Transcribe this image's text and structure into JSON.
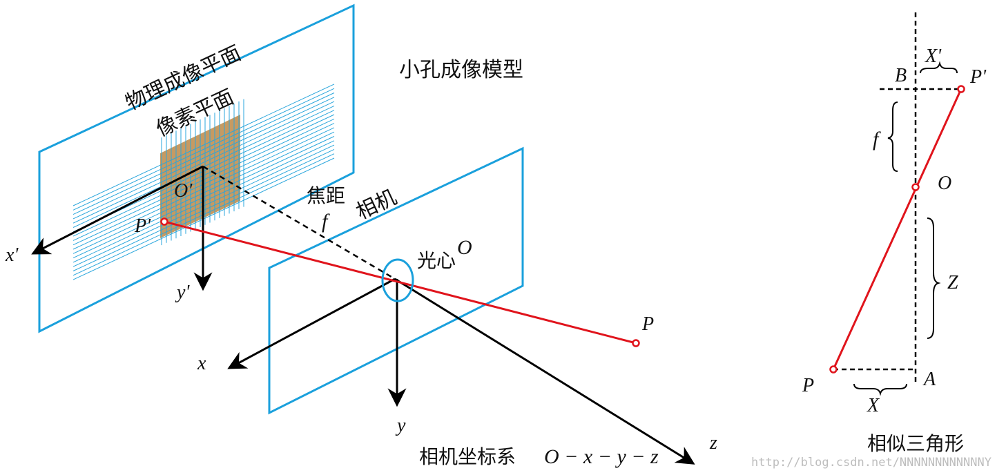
{
  "colors": {
    "plane": "#1aa0dc",
    "ray": "#e0141c",
    "pixel_fill": "#c69a62",
    "axis": "#000000",
    "grid_line": "#2aa6dc"
  },
  "left": {
    "title": "小孔成像模型",
    "physical_plane_label": "物理成像平面",
    "pixel_plane_label": "像素平面",
    "focal_label": "焦距",
    "focal_symbol": "f",
    "camera_label": "相机",
    "optical_center_label": "光心",
    "optical_center_symbol": "O",
    "image_center_label": "O'",
    "image_point_label": "P'",
    "object_point_label": "P",
    "axis_x_prime": "x'",
    "axis_y_prime": "y'",
    "axis_x": "x",
    "axis_y": "y",
    "axis_z": "z",
    "coord_system_label": "相机坐标系",
    "coord_system_formula": "O − x − y − z"
  },
  "right": {
    "title": "相似三角形",
    "label_B": "B",
    "label_X_prime": "X'",
    "label_P_prime": "P'",
    "label_f": "f",
    "label_O": "O",
    "label_Z": "Z",
    "label_A": "A",
    "label_P": "P",
    "label_X": "X"
  },
  "watermark": "http://blog.csdn.net/NNNNNNNNNNNNY"
}
